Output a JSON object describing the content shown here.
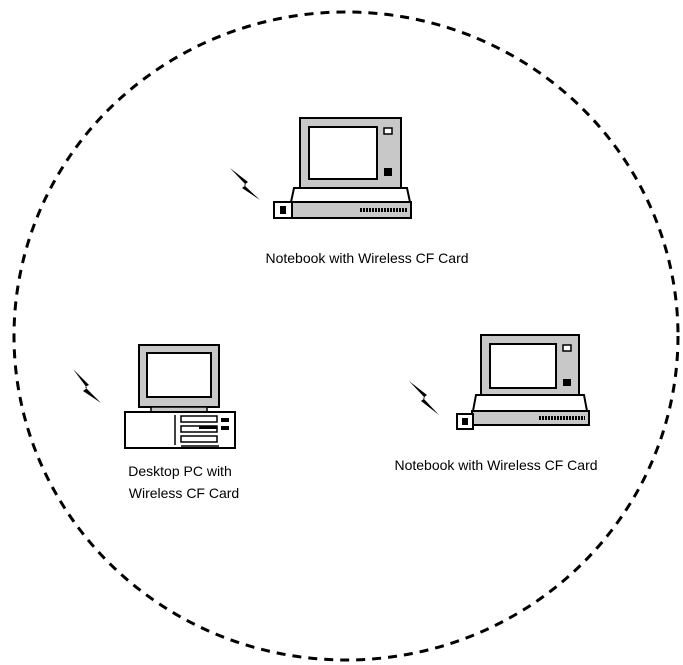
{
  "nodes": {
    "notebook_top": {
      "label": "Notebook with Wireless CF Card",
      "icon": "notebook-icon",
      "signal_icon": "wireless-signal-icon"
    },
    "notebook_right": {
      "label": "Notebook with Wireless CF Card",
      "icon": "notebook-icon",
      "signal_icon": "wireless-signal-icon"
    },
    "desktop_pc": {
      "label_line1": "Desktop PC with",
      "label_line2": "Wireless CF Card",
      "icon": "desktop-pc-icon",
      "signal_icon": "wireless-signal-icon"
    }
  },
  "boundary": {
    "style": "dashed",
    "shape": "circle"
  },
  "colors": {
    "line": "#000000",
    "screen_bezel": "#c8c8c8",
    "screen": "#ffffff",
    "background": "#ffffff"
  }
}
